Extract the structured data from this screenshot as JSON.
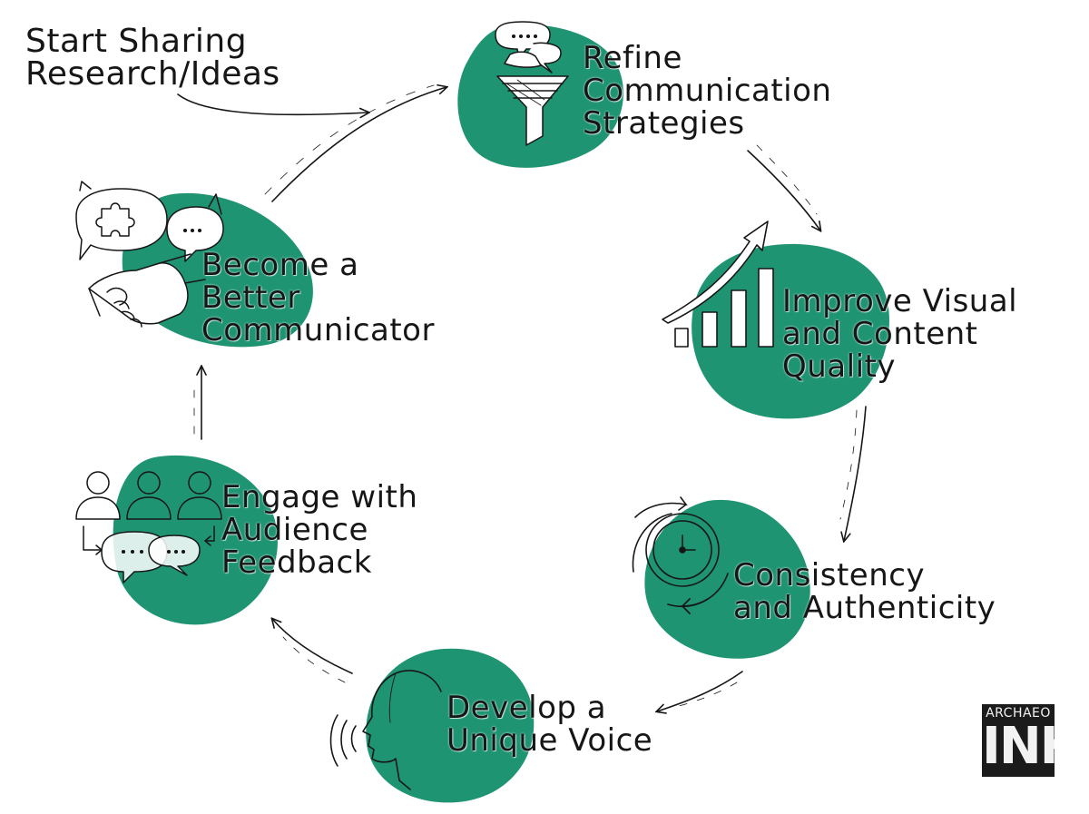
{
  "diagram": {
    "start_label": [
      "Start Sharing",
      "Research/Ideas"
    ],
    "steps": [
      {
        "id": "refine",
        "lines": [
          "Refine",
          "Communication",
          "Strategies"
        ],
        "icon": "funnel-speech-icon"
      },
      {
        "id": "improve",
        "lines": [
          "Improve Visual",
          "and Content",
          "Quality"
        ],
        "icon": "growth-chart-icon"
      },
      {
        "id": "consistency",
        "lines": [
          "Consistency",
          "and Authenticity"
        ],
        "icon": "clock-cycle-icon"
      },
      {
        "id": "voice",
        "lines": [
          "Develop a",
          "Unique Voice"
        ],
        "icon": "speaking-head-icon"
      },
      {
        "id": "engage",
        "lines": [
          "Engage with",
          "Audience",
          "Feedback"
        ],
        "icon": "audience-chat-icon"
      },
      {
        "id": "communicator",
        "lines": [
          "Become a",
          "Better",
          "Communicator"
        ],
        "icon": "handshake-puzzle-icon"
      }
    ]
  },
  "logo": {
    "top": "ARCHAEO",
    "main": "INK"
  },
  "colors": {
    "blob": "#1f9473",
    "ink": "#161616",
    "background": "#ffffff"
  }
}
